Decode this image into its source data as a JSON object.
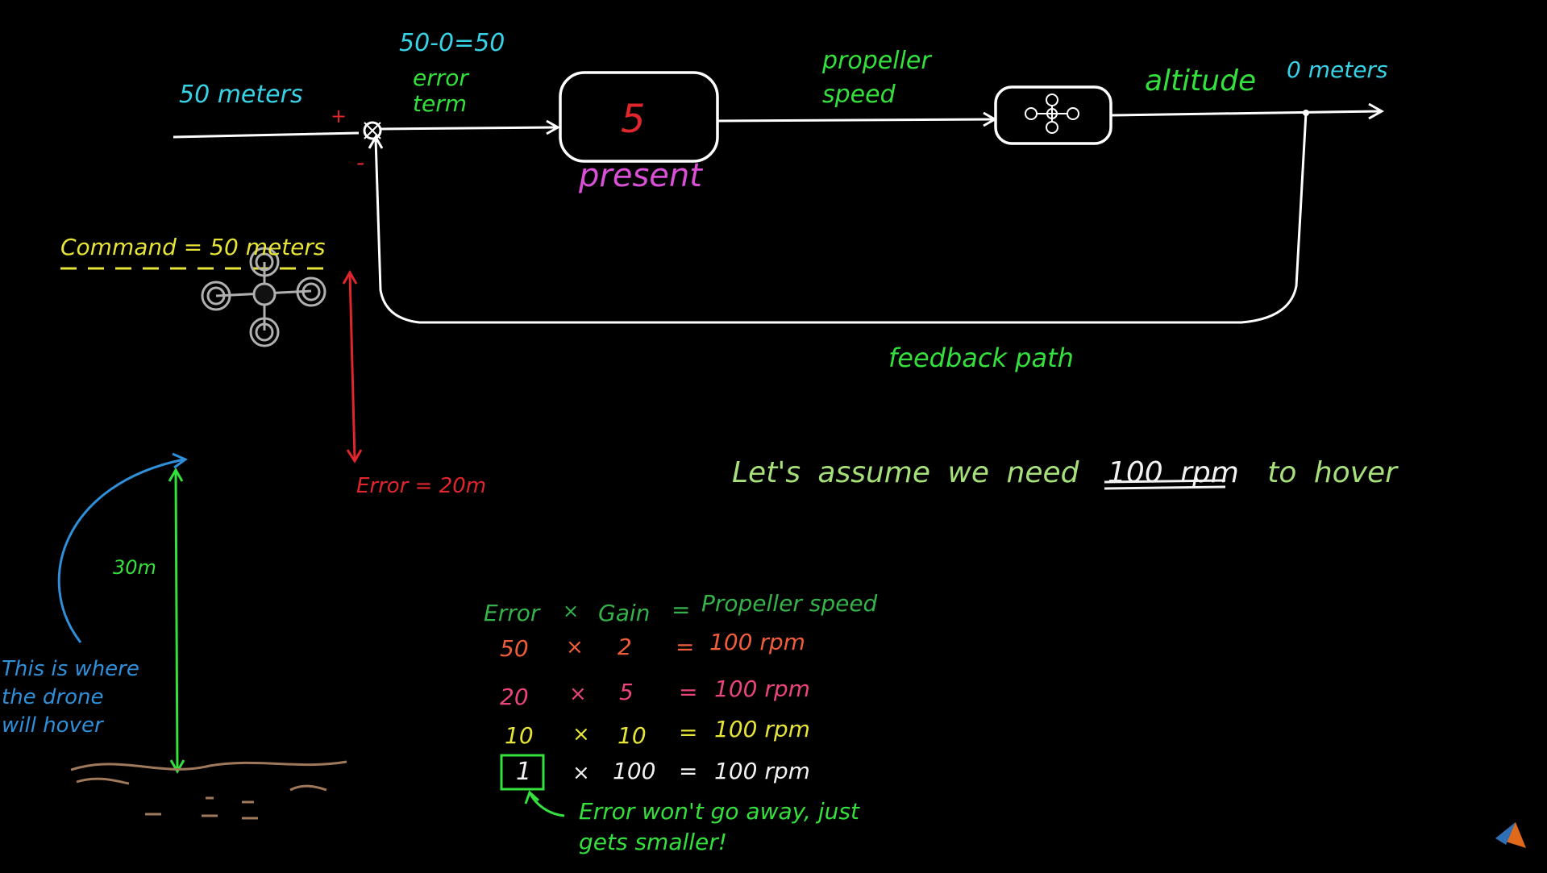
{
  "diagram": {
    "top_labels": {
      "input": "50 meters",
      "error_calc": "50-0=50",
      "error_line1": "error",
      "error_line2": "term",
      "plus": "+",
      "minus": "-",
      "gain": "5",
      "present": "present",
      "propeller_line1": "propeller",
      "propeller_line2": "speed",
      "altitude": "altitude",
      "output": "0 meters",
      "feedback": "feedback path"
    },
    "drone_scene": {
      "command": "Command = 50 meters",
      "error": "Error = 20m",
      "height": "30m",
      "hover_line1": "This is where",
      "hover_line2": "the drone",
      "hover_line3": "will hover"
    },
    "assumption": {
      "prefix": "Let's assume we need",
      "highlight": "100 rpm",
      "suffix": "to hover"
    },
    "table": {
      "header": {
        "error": "Error",
        "times": "×",
        "gain": "Gain",
        "eq": "=",
        "result": "Propeller speed"
      },
      "rows": [
        {
          "error": "50",
          "times": "×",
          "gain": "2",
          "eq": "=",
          "result": "100 rpm",
          "color": "#ef5d3a"
        },
        {
          "error": "20",
          "times": "×",
          "gain": "5",
          "eq": "=",
          "result": "100 rpm",
          "color": "#e9457c"
        },
        {
          "error": "10",
          "times": "×",
          "gain": "10",
          "eq": "=",
          "result": "100 rpm",
          "color": "#e6e436"
        },
        {
          "error": "1",
          "times": "×",
          "gain": "100",
          "eq": "=",
          "result": "100 rpm",
          "color": "#f2f2f2"
        }
      ],
      "note_line1": "Error won't go away, just",
      "note_line2": "gets smaller!"
    },
    "colors": {
      "background": "#000000",
      "signal_lines": "#ffffff",
      "input_text": "#38d2e6",
      "labels_green": "#34e03c",
      "present": "#d94fd6",
      "error": "#e0262c",
      "command": "#e6e436",
      "hover_note": "#2f8fd9",
      "ground": "#a0785a"
    }
  }
}
